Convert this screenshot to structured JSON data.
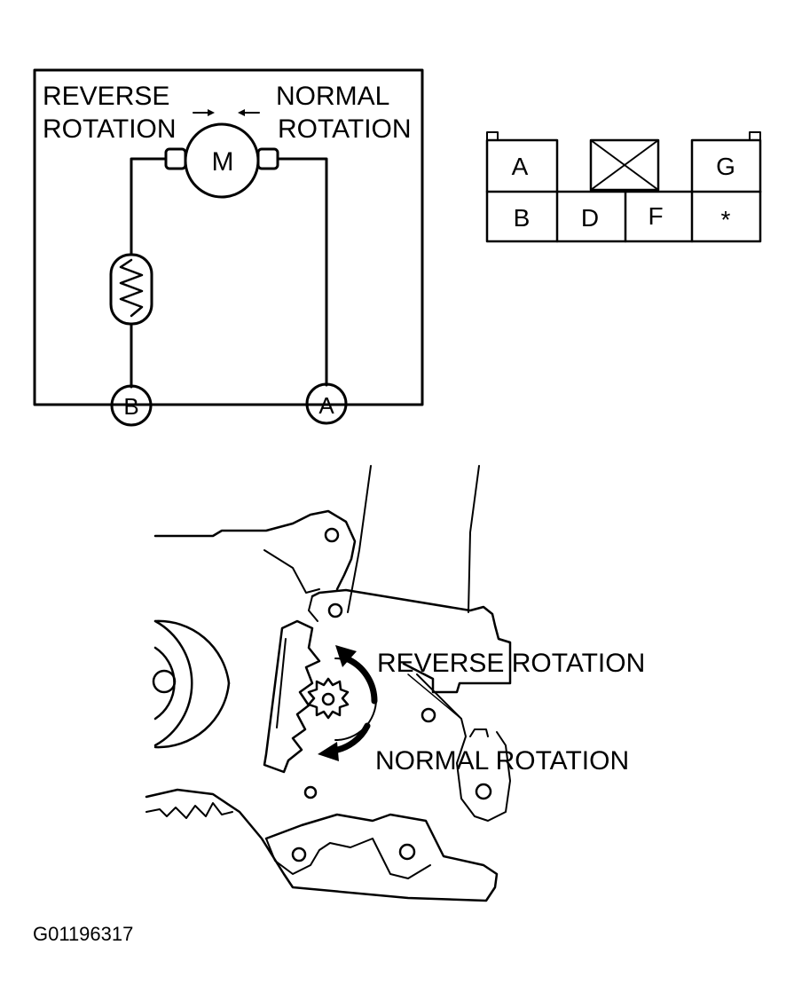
{
  "circuit": {
    "reverse_label": [
      "REVERSE",
      "ROTATION"
    ],
    "normal_label": [
      "NORMAL",
      "ROTATION"
    ],
    "motor_label": "M",
    "terminal_b": "B",
    "terminal_a": "A"
  },
  "connector": {
    "top_row": [
      "A",
      "G"
    ],
    "bottom_row": [
      "B",
      "D",
      "F",
      "*"
    ]
  },
  "mechanism": {
    "reverse_label": "REVERSE ROTATION",
    "normal_label": "NORMAL ROTATION"
  },
  "figure_id": "G01196317"
}
